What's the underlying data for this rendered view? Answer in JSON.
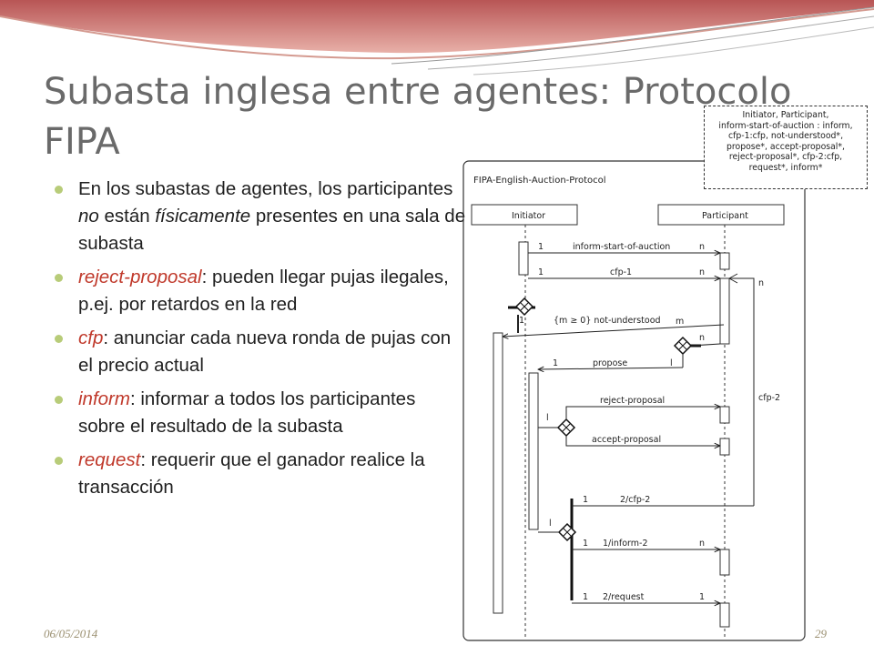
{
  "slide": {
    "title_line1": "Subasta inglesa entre agentes: Protocolo",
    "title_line2": "FIPA",
    "date": "06/05/2014",
    "page_number": "29"
  },
  "bullets": [
    {
      "pre": "En los subastas de agentes, los participantes ",
      "em1": "no",
      "mid": " están ",
      "em2": "físicamente",
      "post": " presentes en una sala de subasta"
    },
    {
      "keyword": "reject-proposal",
      "text": ": pueden llegar pujas ilegales, p.ej. por retardos en la red"
    },
    {
      "keyword": "cfp",
      "text": ": anunciar cada nueva ronda de pujas con el precio actual"
    },
    {
      "keyword": "inform",
      "text": ": informar a todos los participantes sobre el resultado de la subasta"
    },
    {
      "keyword": "request",
      "text": ": requerir que el ganador realice la transacción"
    }
  ],
  "diagram": {
    "protocol_name": "FIPA-English-Auction-Protocol",
    "roles": {
      "initiator": "Initiator",
      "participant": "Participant"
    },
    "legend_lines": [
      "Initiator, Participant,",
      "inform-start-of-auction : inform,",
      "cfp-1:cfp, not-understood*,",
      "propose*, accept-proposal*,",
      "reject-proposal*, cfp-2:cfp,",
      "request*, inform*"
    ],
    "messages": {
      "inform_start": "inform-start-of-auction",
      "cfp1": "cfp-1",
      "not_understood": "{m ≥ 0} not-understood",
      "propose": "propose",
      "reject": "reject-proposal",
      "accept": "accept-proposal",
      "cfp2": "2/cfp-2",
      "inform2": "1/inform-2",
      "request": "2/request"
    },
    "labels": {
      "one": "1",
      "n": "n",
      "m": "m",
      "l": "l",
      "cfp2_loop": "cfp-2"
    }
  }
}
